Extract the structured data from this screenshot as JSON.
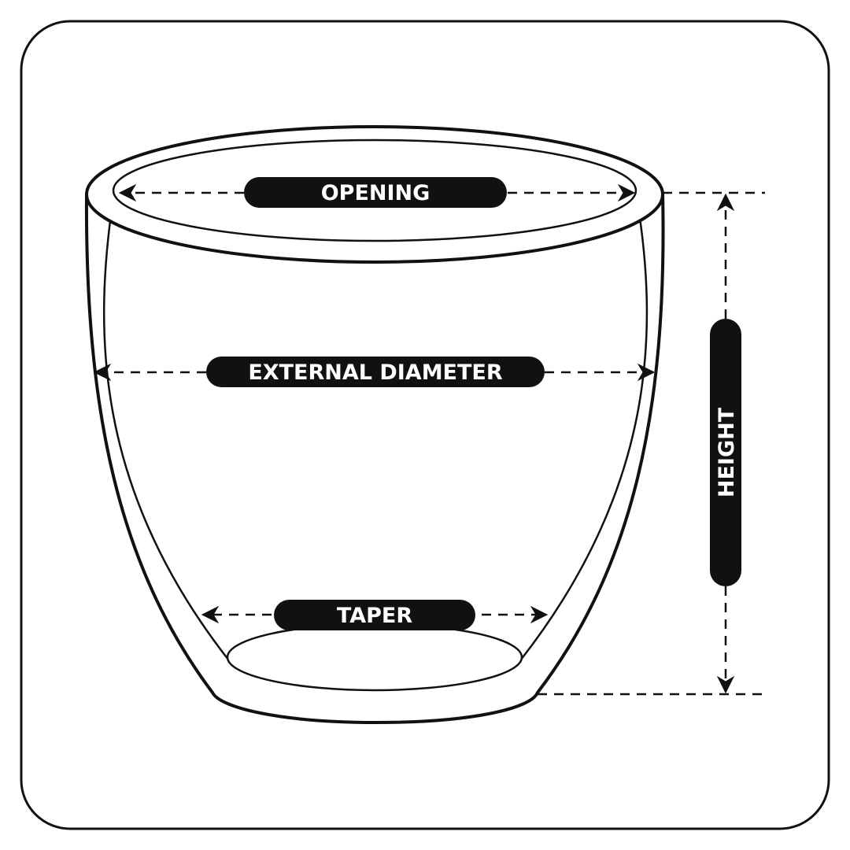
{
  "colors": {
    "ink": "#111111",
    "background": "#ffffff",
    "label_text": "#ffffff"
  },
  "labels": {
    "opening": "OPENING",
    "external_diameter": "EXTERNAL DIAMETER",
    "taper": "TAPER",
    "height": "HEIGHT"
  }
}
